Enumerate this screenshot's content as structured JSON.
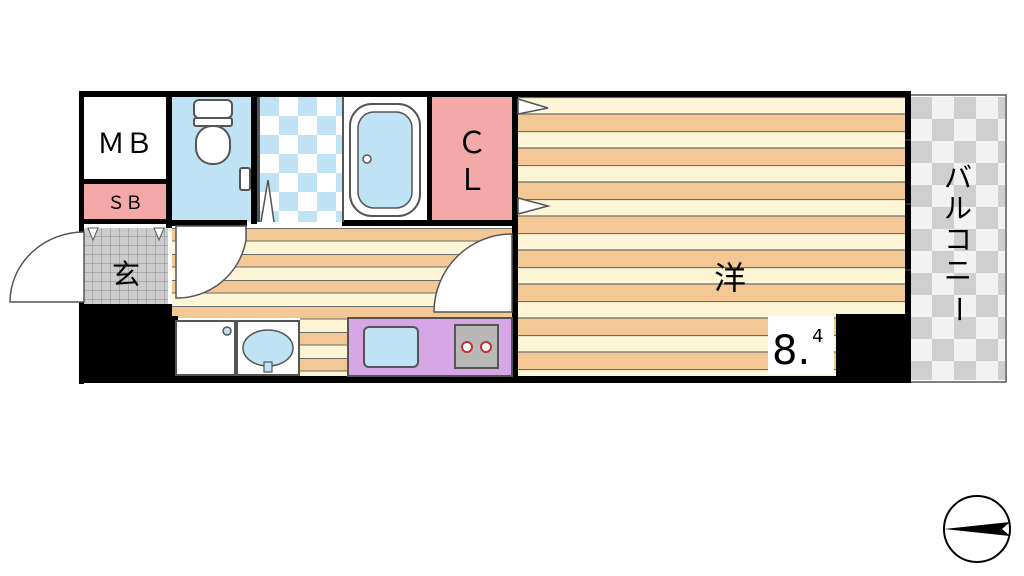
{
  "floor_plan": {
    "rooms": {
      "mb": "ＭＢ",
      "sb": "ＳＢ",
      "genkan": "玄",
      "cl_top": "Ｃ",
      "cl_bottom": "Ｌ",
      "western_room": "洋",
      "size_main": "8.",
      "size_fraction": "4",
      "balcony": [
        "バ",
        "ル",
        "コ",
        "ニ",
        "ー"
      ]
    },
    "colors": {
      "wall": "#000000",
      "floor_tan": "#f3c894",
      "floor_cream": "#fdf6d6",
      "bath": "#bfe3f5",
      "closet": "#f4a9a9",
      "kitchen": "#d7a6e6",
      "tile_gray": "#cfcfcf",
      "tile_white": "#f2f2f2"
    },
    "compass": {
      "icon": "north-arrow-icon"
    }
  }
}
